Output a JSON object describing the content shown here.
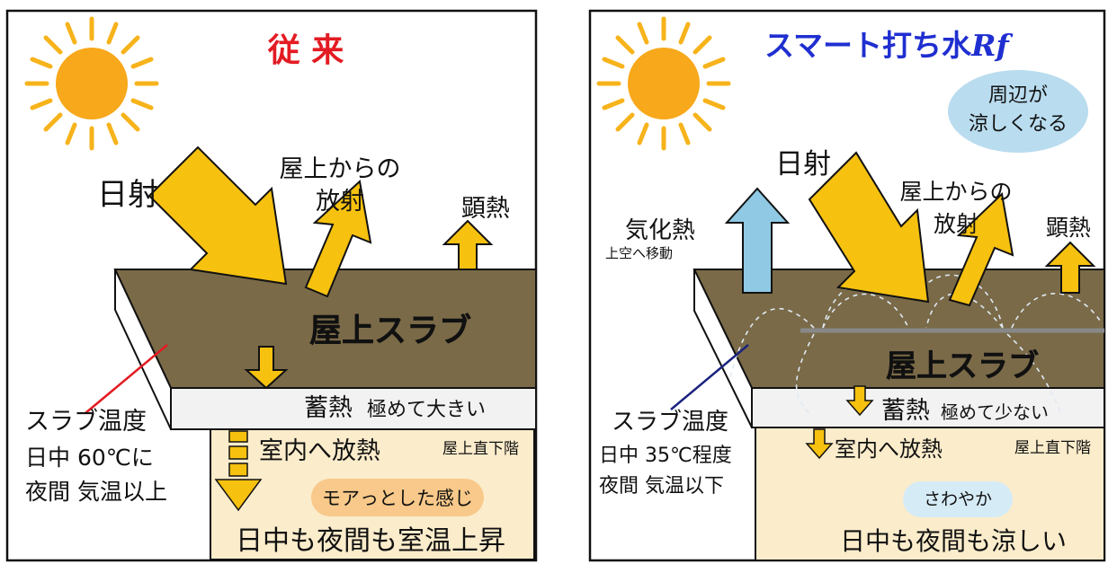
{
  "left": {
    "title": "従 来",
    "radiation_in": "日射",
    "radiation_out": "屋上からの\n放射",
    "sensible_heat": "顕熱",
    "slab": "屋上スラブ",
    "storage": "蓄熱",
    "storage_note": "極めて大きい",
    "slab_temp": [
      "スラブ温度",
      "日中  60℃に",
      "夜間  気温以上"
    ],
    "indoor_heat": "室内へ放熱",
    "floor": "屋上直下階",
    "feeling": "モアっとした感じ",
    "conclusion": "日中も夜間も室温上昇"
  },
  "right": {
    "title": "スマート打ち水",
    "title_suffix": "Rf",
    "cool_bubble": [
      "周辺が",
      "涼しくなる"
    ],
    "radiation_in": "日射",
    "radiation_out": "屋上からの\n放射",
    "sensible_heat": "顕熱",
    "evaporation": "気化熱",
    "evaporation_note": "上空へ移動",
    "slab": "屋上スラブ",
    "storage": "蓄熱",
    "storage_note": "極めて少ない",
    "slab_temp": [
      "スラブ温度",
      "日中  35℃程度",
      "夜間  気温以下"
    ],
    "indoor_heat": "室内へ放熱",
    "floor": "屋上直下階",
    "feeling": "さわやか",
    "conclusion": "日中も夜間も涼しい"
  },
  "colors": {
    "slab": "#7a6a48",
    "arrow": "#f6c10f",
    "room": "#fbeccb",
    "red": "#e31b23",
    "navy": "#1a237e",
    "blue_title": "#1f2fd0",
    "evap": "#8fc9e4",
    "bubble": "#b9dcef",
    "sun": "#f7b31b"
  }
}
